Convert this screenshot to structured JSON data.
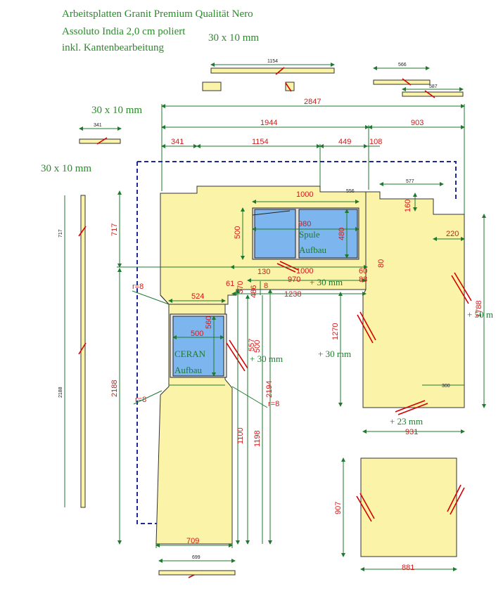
{
  "header": {
    "line1": "Arbeitsplatten Granit Premium Qualität Nero",
    "line2": "Assoluto India 2,0 cm poliert",
    "line3": "inkl. Kantenbearbeitung"
  },
  "strip_labels": {
    "top": "30 x 10 mm",
    "left_top": "30 x 10 mm",
    "left_side": "30 x 10 mm"
  },
  "small_dims": {
    "strip_1154": "1154",
    "strip_566": "566",
    "strip_587": "587",
    "strip_341": "341",
    "side_717": "717",
    "side_2188": "2188",
    "strip_699": "699",
    "d_300": "300",
    "d_577": "577",
    "d_556": "556"
  },
  "dims": {
    "d2847": "2847",
    "d1944": "1944",
    "d903": "903",
    "d341": "341",
    "d1154": "1154",
    "d449": "449",
    "d108": "108",
    "d717": "717",
    "d2188": "2188",
    "d1000a": "1000",
    "d980": "980",
    "d500a": "500",
    "d480": "480",
    "d1000b": "1000",
    "d970": "970",
    "d1238": "1238",
    "d130": "130",
    "d61": "61",
    "d370": "370",
    "d486": "486",
    "d8a": "8",
    "d524": "524",
    "d500b": "500",
    "d560": "560",
    "d500c": "500",
    "d557": "557",
    "d2194": "2194",
    "d1100": "1100",
    "d1198": "1198",
    "d709": "709",
    "d1270": "1270",
    "d1788": "1788",
    "d160": "160",
    "d220": "220",
    "d931": "931",
    "d907": "907",
    "d881": "881",
    "d80": "80",
    "d60": "60",
    "d88": "88",
    "r8a": "r=8",
    "r8b": "r=8",
    "r8c": "r=8"
  },
  "notes": {
    "spule": "Spule",
    "aufbau1": "Aufbau",
    "ceran": "CERAN",
    "aufbau2": "Aufbau",
    "plus30a": "+ 30 mm",
    "plus30b": "+ 30 mm",
    "plus30c": "+ 30 mm",
    "plus50": "+ 50 m",
    "plus23": "+ 23 mm"
  },
  "colors": {
    "slab": "#fbf3a8",
    "sink": "#7db6ee",
    "dimension": "#1f7a2f",
    "numbers": "#d11a1a",
    "outline_dashed": "#1a2a9a"
  }
}
